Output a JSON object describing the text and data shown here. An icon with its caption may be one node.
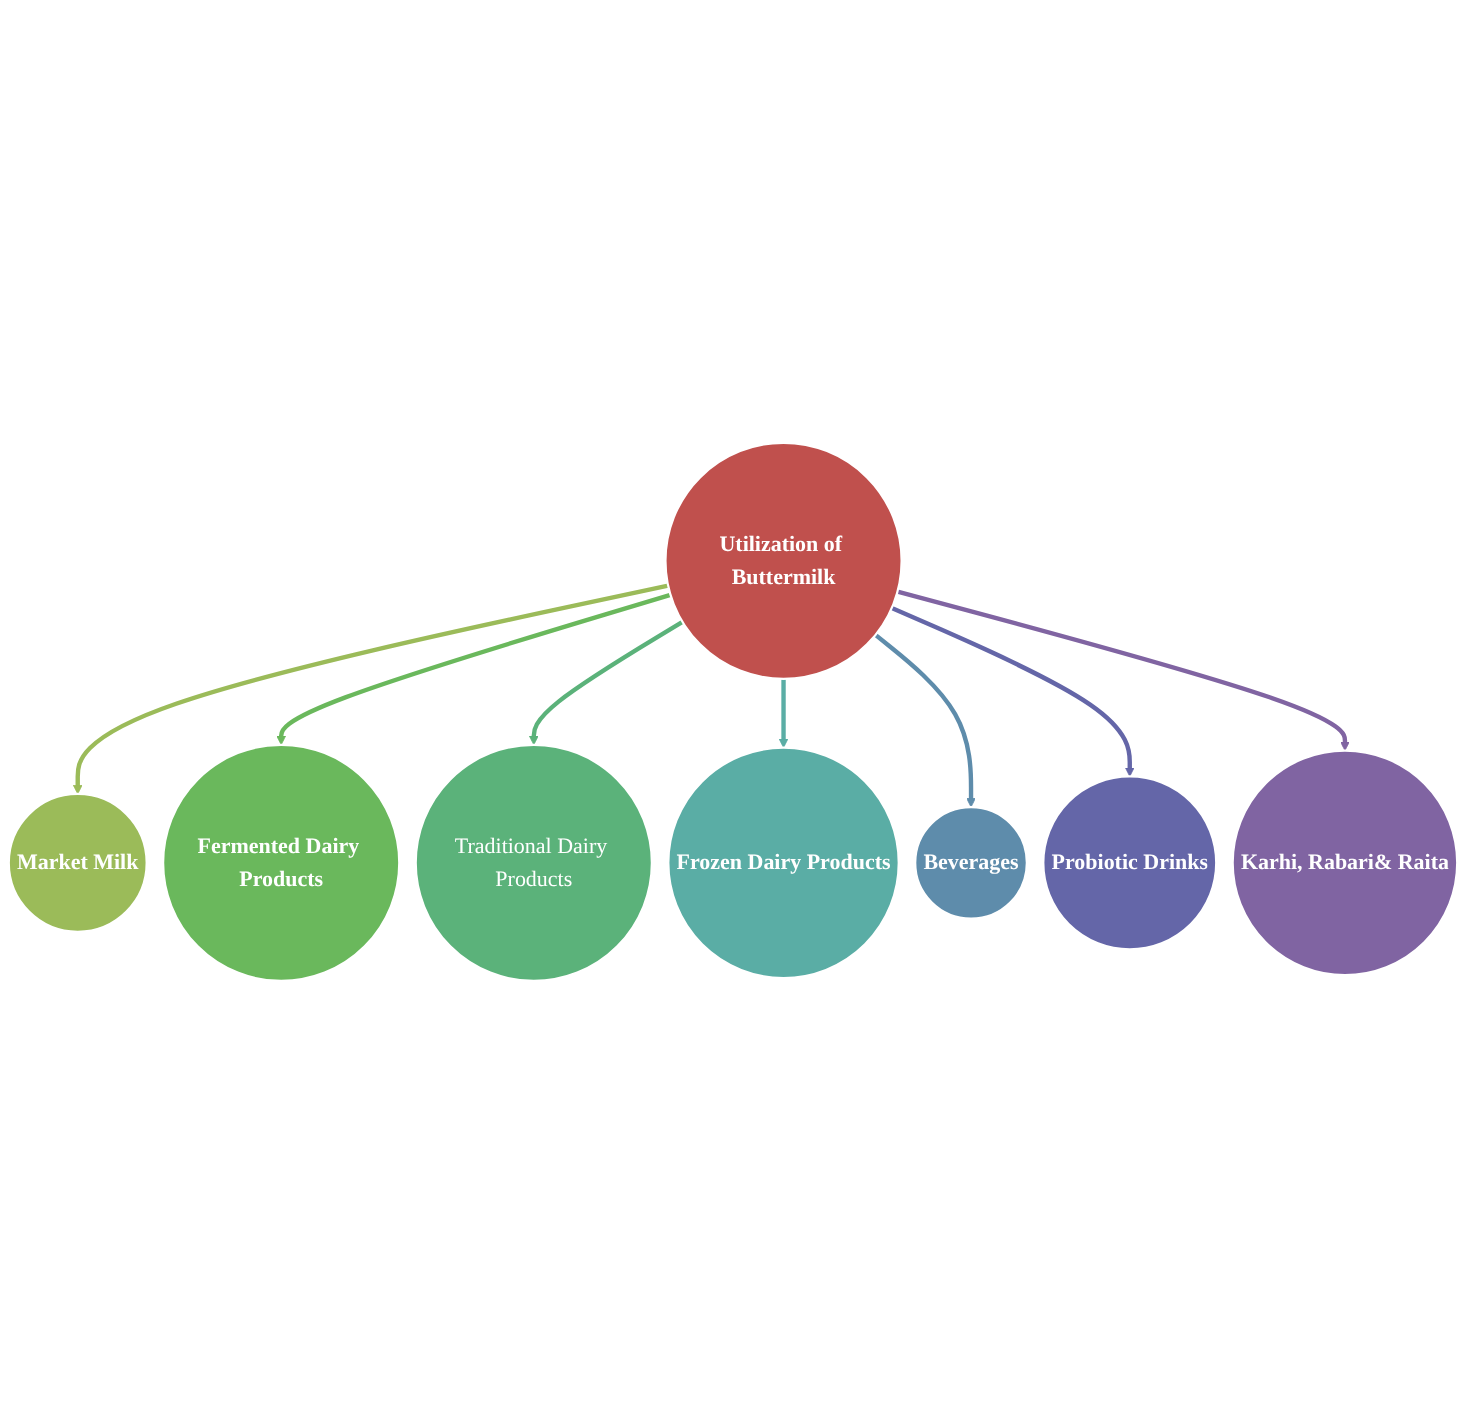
{
  "diagram": {
    "nodes": [
      {
        "text": [
          "Utilization of Buttermilk"
        ]
      },
      {
        "text": [
          "Market Milk"
        ]
      },
      {
        "text": [
          "Fermented Dairy Products"
        ]
      },
      {
        "text": [
          "Traditional Dairy Products"
        ]
      },
      {
        "text": [
          "Frozen Dairy Products"
        ]
      },
      {
        "text": [
          "Beverages"
        ]
      },
      {
        "text": [
          "Probiotic Drinks"
        ]
      },
      {
        "text": [
          "Karhi, Rabari& Raita"
        ]
      }
    ],
    "edges": [
      {
        "from": 0,
        "to": 1,
        "arrow": "to",
        "color": "#9bbb59"
      },
      {
        "from": 0,
        "to": 2,
        "arrow": "to",
        "color": "#6ab85c"
      },
      {
        "from": 0,
        "to": 3,
        "arrow": "to",
        "color": "#5bb27a"
      },
      {
        "from": 0,
        "to": 4,
        "arrow": "to",
        "color": "#5aada5"
      },
      {
        "from": 0,
        "to": 5,
        "arrow": "to",
        "color": "#5e8cab"
      },
      {
        "from": 0,
        "to": 6,
        "arrow": "to",
        "color": "#6466a8"
      },
      {
        "from": 0,
        "to": 7,
        "arrow": "to",
        "color": "#8064a2"
      }
    ]
  }
}
